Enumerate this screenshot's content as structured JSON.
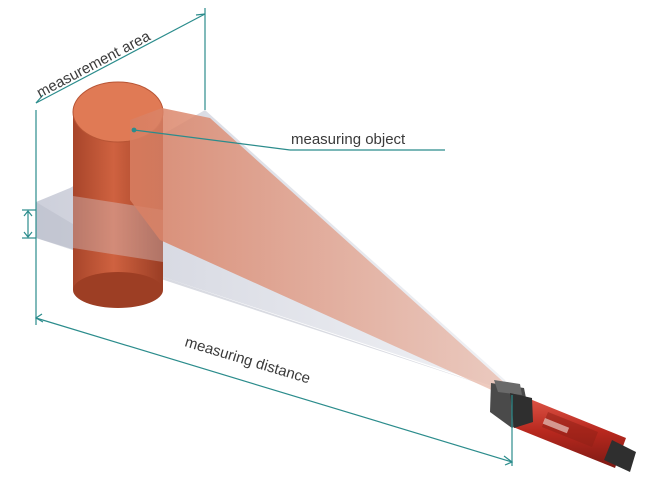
{
  "labels": {
    "measurement_area": "measurement area",
    "measuring_object": "measuring object",
    "measuring_distance": "measuring distance"
  },
  "colors": {
    "leader_line": "#2b8c8c",
    "object_body": "#c75a38",
    "object_top": "#e07a55",
    "beam": "#d98a70",
    "measurement_plane": "#c9ccd8",
    "sensor_red": "#c0392b",
    "sensor_dark": "#3a3a3a"
  },
  "icons": {
    "object": "cylinder-shape",
    "sensor": "pyrometer-sensor-icon"
  }
}
